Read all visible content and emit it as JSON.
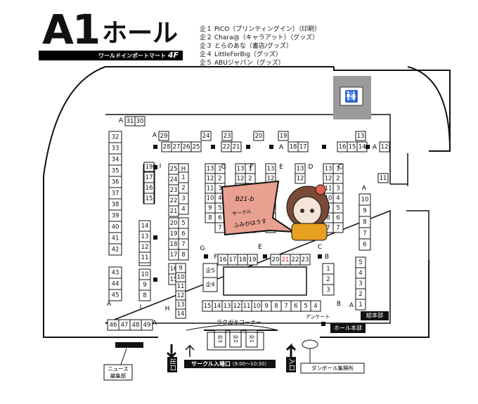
{
  "header": {
    "hall_code": "A1",
    "hall_suffix": "ホール",
    "venue": "ワールドインポートマート",
    "floor": "4F"
  },
  "companies": [
    "企１ PICO（プリンティングイン）（印刷）",
    "企２ Chara@（キャラアット）（グッズ）",
    "企３ とらのあな（書店/グッズ）",
    "企４ LittleForBig（グッズ）",
    "企５ ABUジャパン（グッズ）"
  ],
  "labels": {
    "rakugaki": "ラクガキコーナー",
    "circle_entrance": "サークル入場口",
    "entrance_hours": "（9:00〜10:30）",
    "exit": "出口",
    "entrance": "入口",
    "news": "ニュース",
    "news2": "編集部",
    "questionnaire": "アンケート",
    "hall_hq": "ホール本部",
    "general_hq": "総本部",
    "cardboard": "ダンボール集積所",
    "toilet": "🚻",
    "bubble_text_1": "B21-b",
    "bubble_text_2": "サークル",
    "bubble_text_3": "ふみかはうす",
    "ki1": "企1",
    "ki2": "企2",
    "ki3": "企3",
    "ki4": "企4",
    "ki5": "企5"
  },
  "highlight": {
    "booth": "21",
    "color": "#d62b2b"
  },
  "colors": {
    "toilet_bg": "#9a9a9a",
    "bubble_fill": "#e8a090",
    "hair": "#7a4a36",
    "skirt": "#e8a020"
  }
}
